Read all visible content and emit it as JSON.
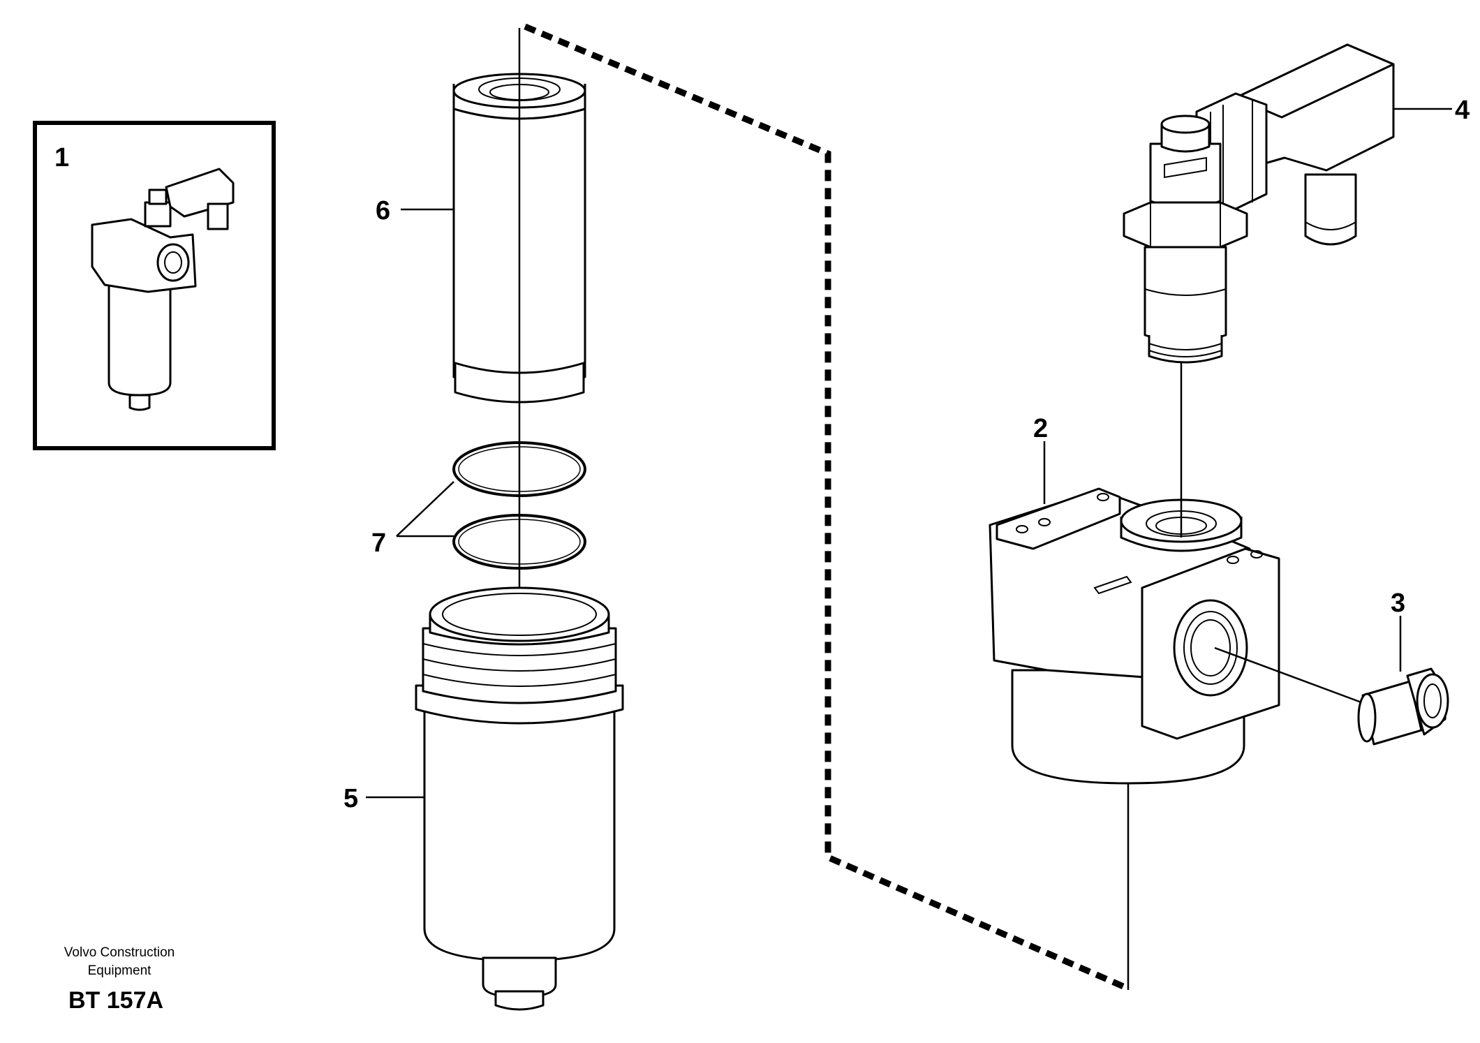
{
  "callouts": [
    "1",
    "2",
    "3",
    "4",
    "5",
    "6",
    "7"
  ],
  "footer": {
    "company_line1": "Volvo Construction",
    "company_line2": "Equipment",
    "drawing_code": "BT 157A"
  }
}
